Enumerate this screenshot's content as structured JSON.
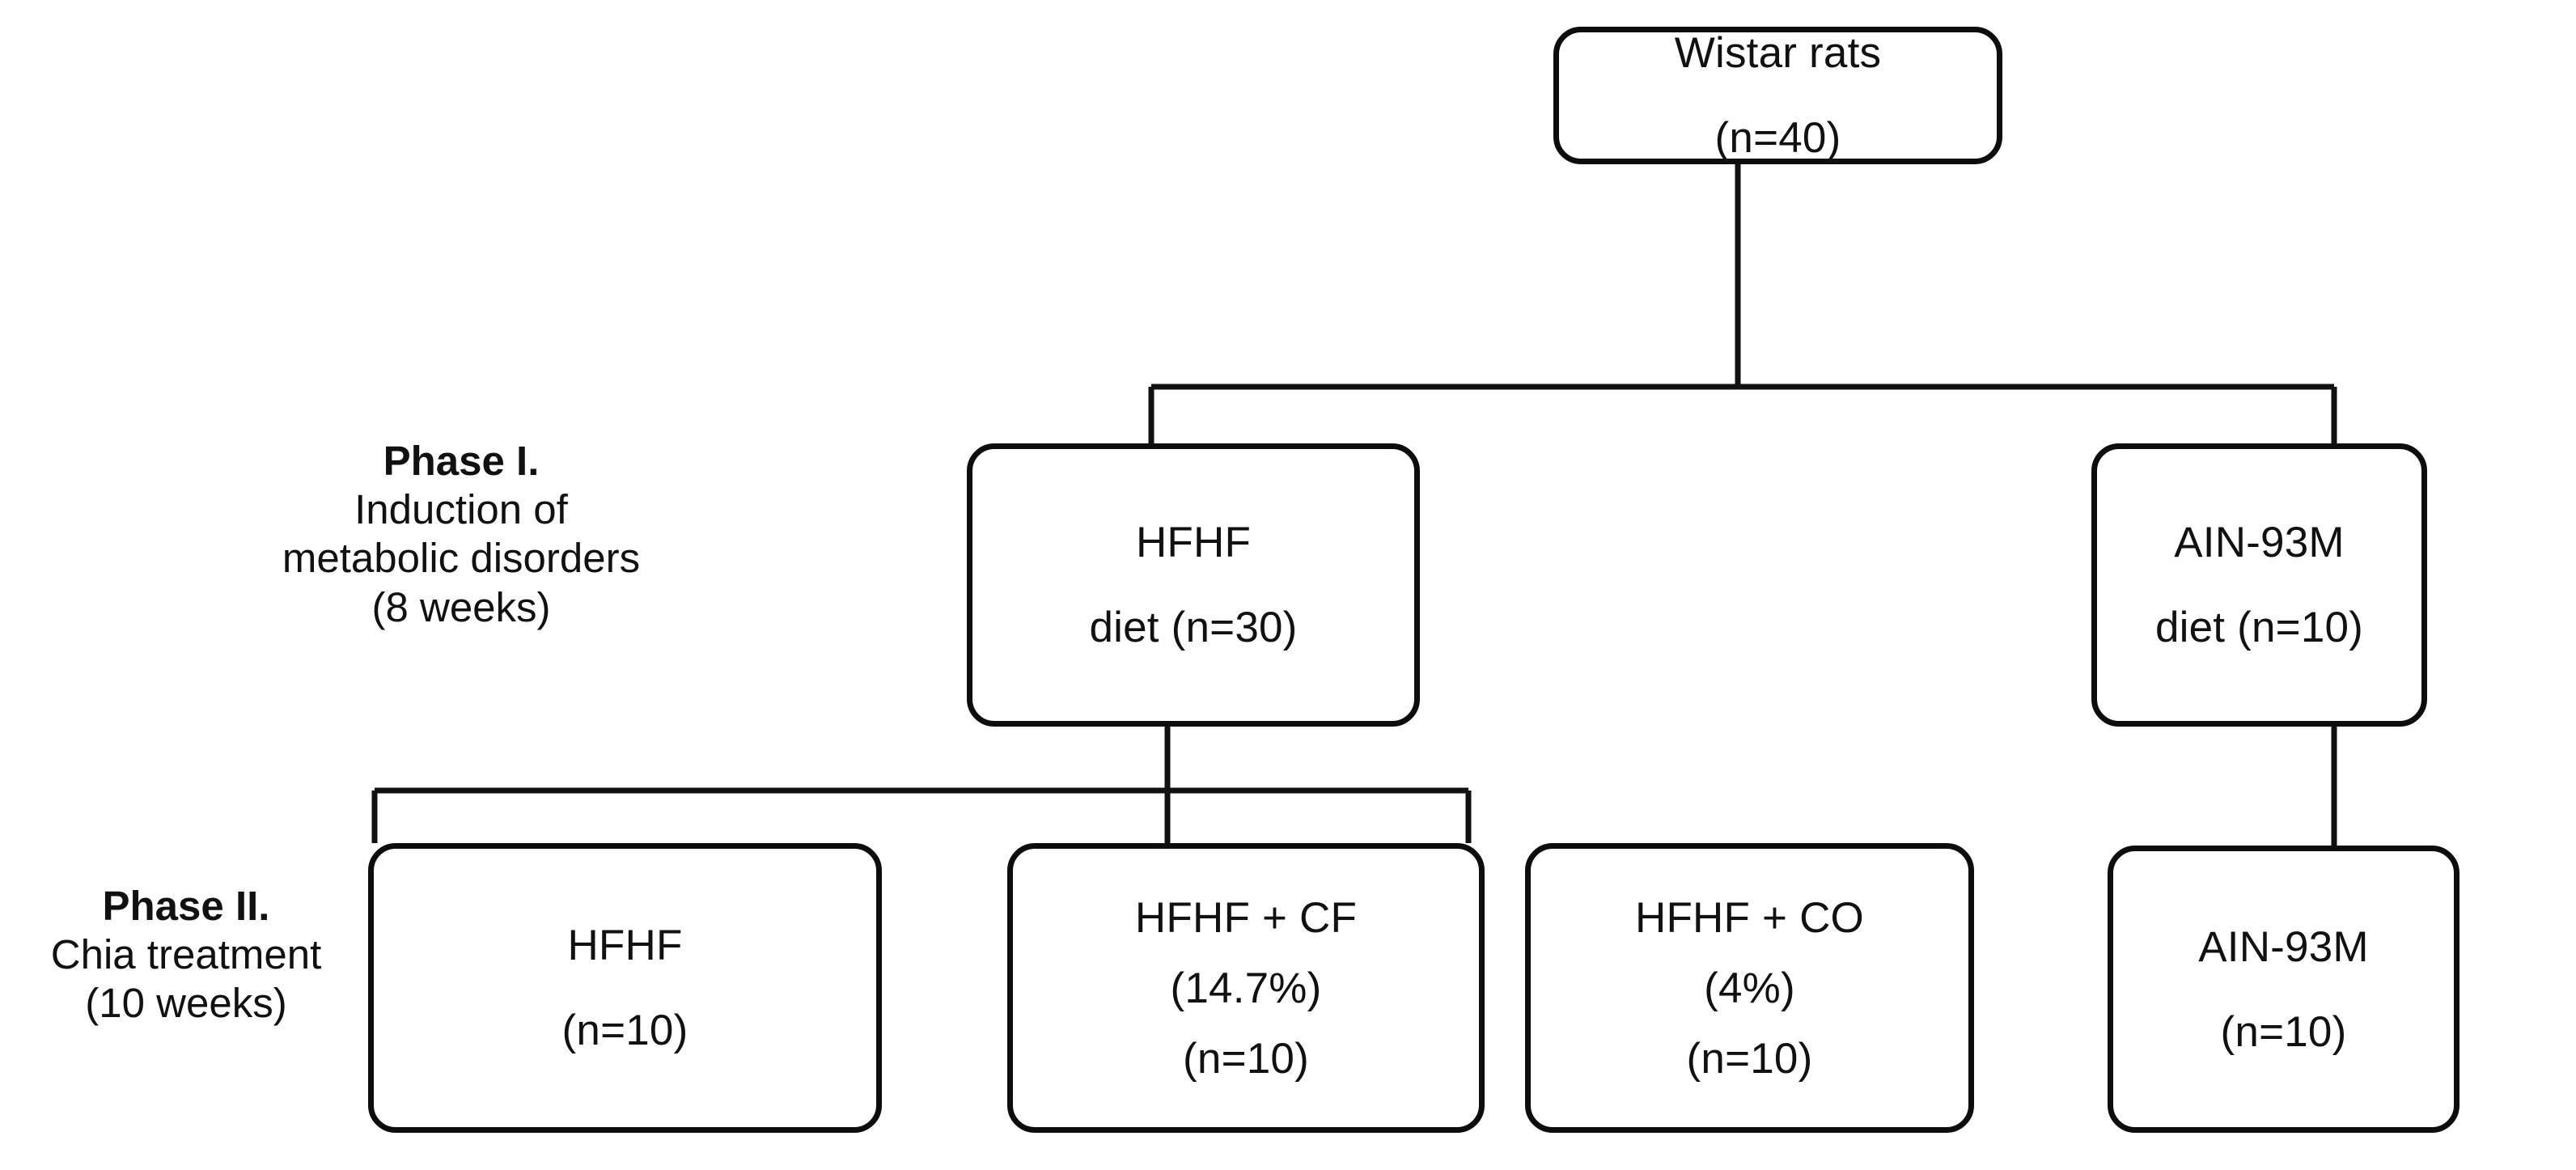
{
  "diagram": {
    "title": "Experimental design flowchart of Wistar rat chia treatment study",
    "type": "tree-flowchart",
    "colors": {
      "background": "#ffffff",
      "box_border": "#0d0d0d",
      "box_fill": "#ffffff",
      "connector": "#111111",
      "text": "#111111"
    }
  },
  "root": {
    "line1": "Wistar rats",
    "line2": "(n=40)"
  },
  "phases": [
    {
      "heading": "Phase I.",
      "line1": "Induction of",
      "line2": "metabolic disorders",
      "line3": "(8 weeks)"
    },
    {
      "heading": "Phase II.",
      "line1": "Chia treatment",
      "line2": "(10 weeks)"
    }
  ],
  "phase1_nodes": [
    {
      "line1": "HFHF",
      "line2": "diet (n=30)"
    },
    {
      "line1": "AIN-93M",
      "line2": "diet (n=10)"
    }
  ],
  "phase2_nodes": [
    {
      "line1": "HFHF",
      "line2": "(n=10)",
      "line3": ""
    },
    {
      "line1": "HFHF + CF",
      "line2": "(14.7%)",
      "line3": "(n=10)"
    },
    {
      "line1": "HFHF + CO",
      "line2": "(4%)",
      "line3": "(n=10)"
    },
    {
      "line1": "AIN-93M",
      "line2": "(n=10)",
      "line3": ""
    }
  ]
}
